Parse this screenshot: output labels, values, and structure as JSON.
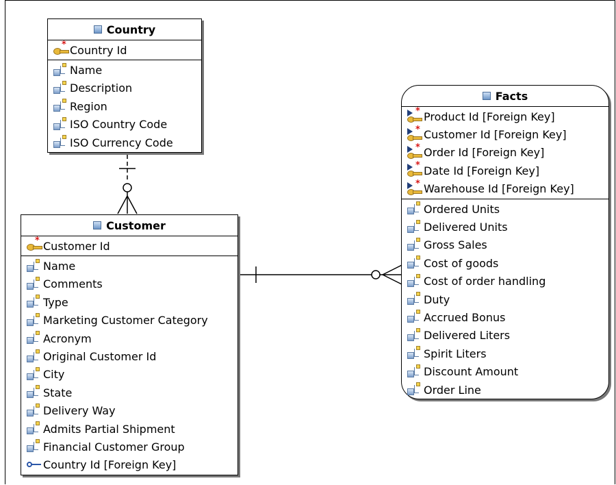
{
  "entities": {
    "country": {
      "title": "Country",
      "keys": [
        "Country Id"
      ],
      "attributes": [
        "Name",
        "Description",
        "Region",
        "ISO Country Code",
        "ISO Currency Code"
      ]
    },
    "customer": {
      "title": "Customer",
      "keys": [
        "Customer Id"
      ],
      "attributes": [
        "Name",
        "Comments",
        "Type",
        "Marketing Customer Category",
        "Acronym",
        "Original Customer Id",
        "City",
        "State",
        "Delivery Way",
        "Admits Partial Shipment",
        "Financial Customer Group"
      ],
      "foreign_keys": [
        "Country Id [Foreign Key]"
      ]
    },
    "facts": {
      "title": "Facts",
      "keys": [
        "Product Id [Foreign Key]",
        "Customer Id [Foreign Key]",
        "Order Id [Foreign Key]",
        "Date Id [Foreign Key]",
        "Warehouse Id [Foreign Key]"
      ],
      "attributes": [
        "Ordered Units",
        "Delivered Units",
        "Gross Sales",
        "Cost of goods",
        "Cost of order handling",
        "Duty",
        "Accrued Bonus",
        "Delivered Liters",
        "Spirit Liters",
        "Discount Amount",
        "Order Line"
      ]
    }
  },
  "relationships": [
    {
      "from": "country",
      "to": "customer",
      "from_cardinality": "one",
      "to_cardinality": "zero-or-many",
      "line": "dashed"
    },
    {
      "from": "customer",
      "to": "facts",
      "from_cardinality": "one",
      "to_cardinality": "zero-or-many",
      "line": "solid"
    }
  ],
  "icons": {
    "entity": "entity-icon",
    "primary_key": "primary-key-icon",
    "attribute": "attribute-icon",
    "foreign_key": "foreign-key-icon",
    "primary_foreign_key": "primary-foreign-key-icon"
  }
}
